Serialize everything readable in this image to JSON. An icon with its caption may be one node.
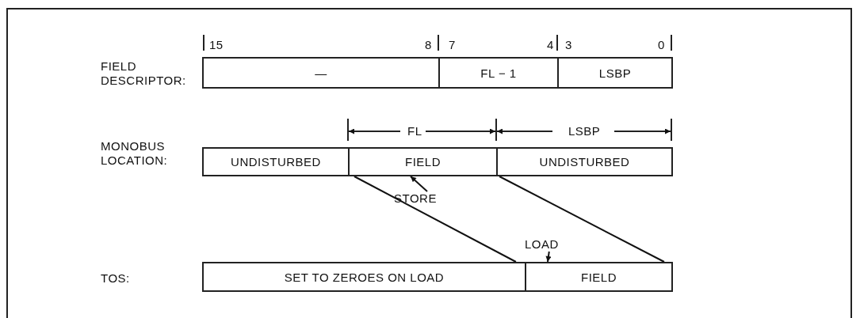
{
  "diagram": {
    "nodes": [
      {
        "text": [
          "—"
        ],
        "beside": [
          "15",
          "8"
        ]
      },
      {
        "text": [
          "FL − 1"
        ],
        "beside": [
          "7",
          "4"
        ]
      },
      {
        "text": [
          "LSBP"
        ],
        "beside": [
          "3",
          "0"
        ]
      },
      {
        "text": [
          "UNDISTURBED"
        ]
      },
      {
        "text": [
          "FIELD"
        ]
      },
      {
        "text": [
          "UNDISTURBED"
        ]
      },
      {
        "text": [
          "SET TO ZEROES ON LOAD"
        ]
      },
      {
        "text": [
          "FIELD"
        ]
      },
      {
        "text": [
          "STORE"
        ]
      },
      {
        "text": [
          "LOAD"
        ]
      }
    ],
    "edges": [
      {
        "from": 8,
        "to": 4,
        "arrow": "to"
      },
      {
        "from": 9,
        "to": 7,
        "arrow": "to"
      },
      {
        "from": 4,
        "to": 6,
        "arrow": "none"
      },
      {
        "from": 5,
        "to": 7,
        "arrow": "none"
      }
    ],
    "labels": [
      "FIELD DESCRIPTOR:",
      "FL",
      "LSBP",
      "MONOBUS LOCATION:",
      "TOS:"
    ]
  }
}
